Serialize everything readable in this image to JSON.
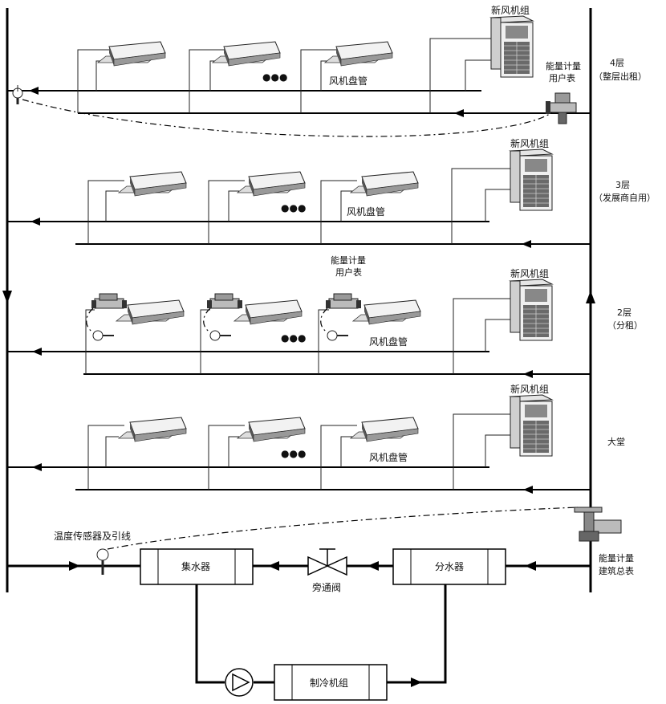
{
  "floors": [
    {
      "id": "f4",
      "name": "4层",
      "note": "（整层出租）",
      "ahu_label": "新风机组",
      "fcu_label": "风机盘管",
      "meter_label": "能量计量\n用户表"
    },
    {
      "id": "f3",
      "name": "3层",
      "note": "（发展商自用）",
      "ahu_label": "新风机组",
      "fcu_label": "风机盘管"
    },
    {
      "id": "f2",
      "name": "2层",
      "note": "（分租）",
      "ahu_label": "新风机组",
      "fcu_label": "风机盘管",
      "meter_label": "能量计量\n用户表"
    },
    {
      "id": "f1",
      "name": "大堂",
      "note": "",
      "ahu_label": "新风机组",
      "fcu_label": "风机盘管"
    }
  ],
  "plant": {
    "sensor_label": "温度传感器及引线",
    "collector_label": "集水器",
    "distributor_label": "分水器",
    "bypass_label": "旁通阀",
    "chiller_label": "制冷机组",
    "main_meter_label": "能量计量\n建筑总表"
  },
  "more_symbol": "●●●"
}
